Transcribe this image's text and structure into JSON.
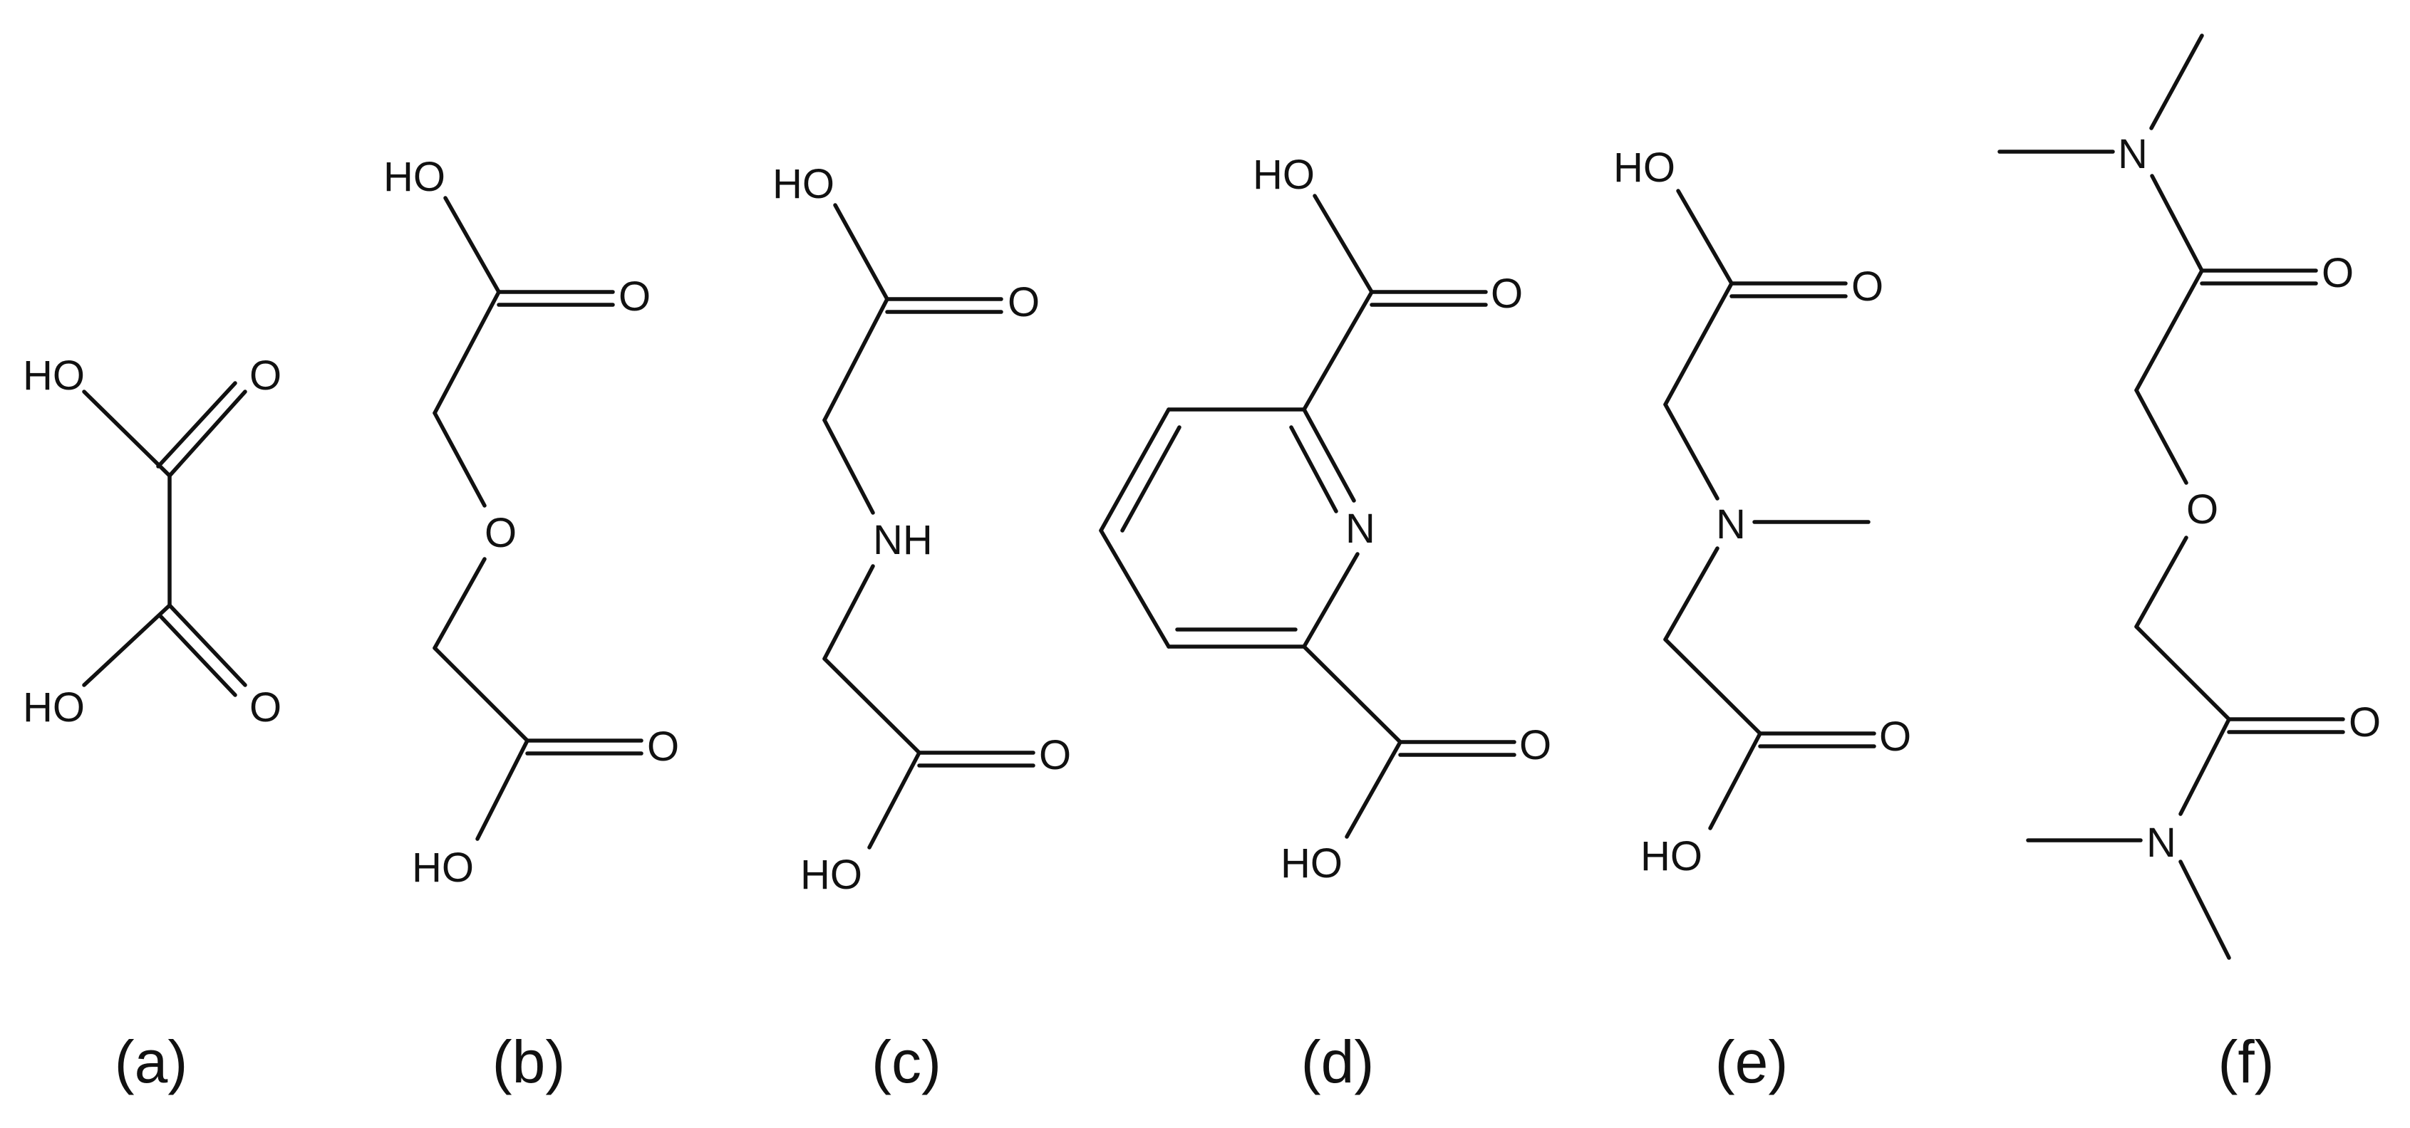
{
  "figure": {
    "molecules": [
      {
        "caption": "(a)",
        "labels": {
          "oh_top": "HO",
          "o_top": "O",
          "oh_bottom": "HO",
          "o_bottom": "O"
        }
      },
      {
        "caption": "(b)",
        "labels": {
          "oh_top": "HO",
          "o_top": "O",
          "ether_o": "O",
          "o_bottom": "O",
          "oh_bottom": "HO"
        }
      },
      {
        "caption": "(c)",
        "labels": {
          "oh_top": "HO",
          "o_top": "O",
          "nh": "NH",
          "o_bottom": "O",
          "oh_bottom": "HO"
        }
      },
      {
        "caption": "(d)",
        "labels": {
          "oh_top": "HO",
          "o_top": "O",
          "ring_n": "N",
          "o_bottom": "O",
          "oh_bottom": "HO"
        }
      },
      {
        "caption": "(e)",
        "labels": {
          "oh_top": "HO",
          "o_top": "O",
          "n": "N",
          "o_bottom": "O",
          "oh_bottom": "HO"
        }
      },
      {
        "caption": "(f)",
        "labels": {
          "n_top": "N",
          "o_top": "O",
          "ether_o": "O",
          "o_bottom": "O",
          "n_bottom": "N"
        }
      }
    ]
  }
}
